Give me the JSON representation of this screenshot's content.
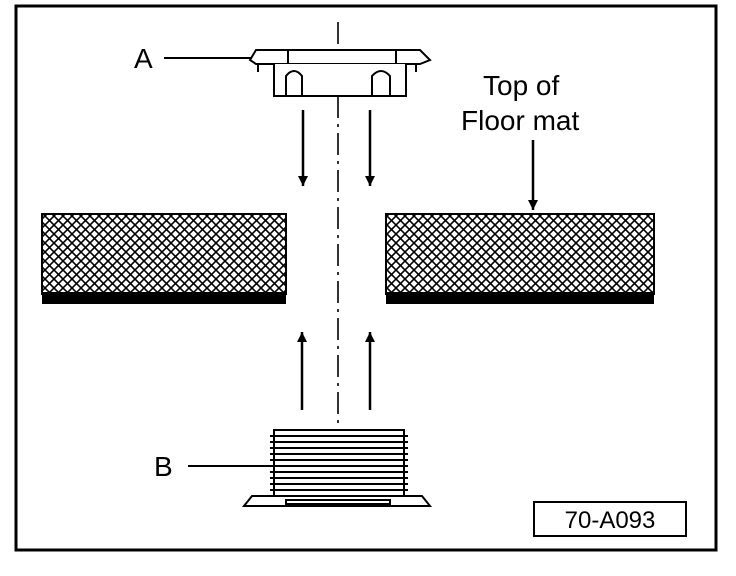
{
  "labels": {
    "part_a": "A",
    "part_b": "B",
    "top_line1": "Top of",
    "top_line2": "Floor mat",
    "figure_id": "70-A093"
  },
  "colors": {
    "ink": "#000000",
    "paper": "#ffffff"
  }
}
